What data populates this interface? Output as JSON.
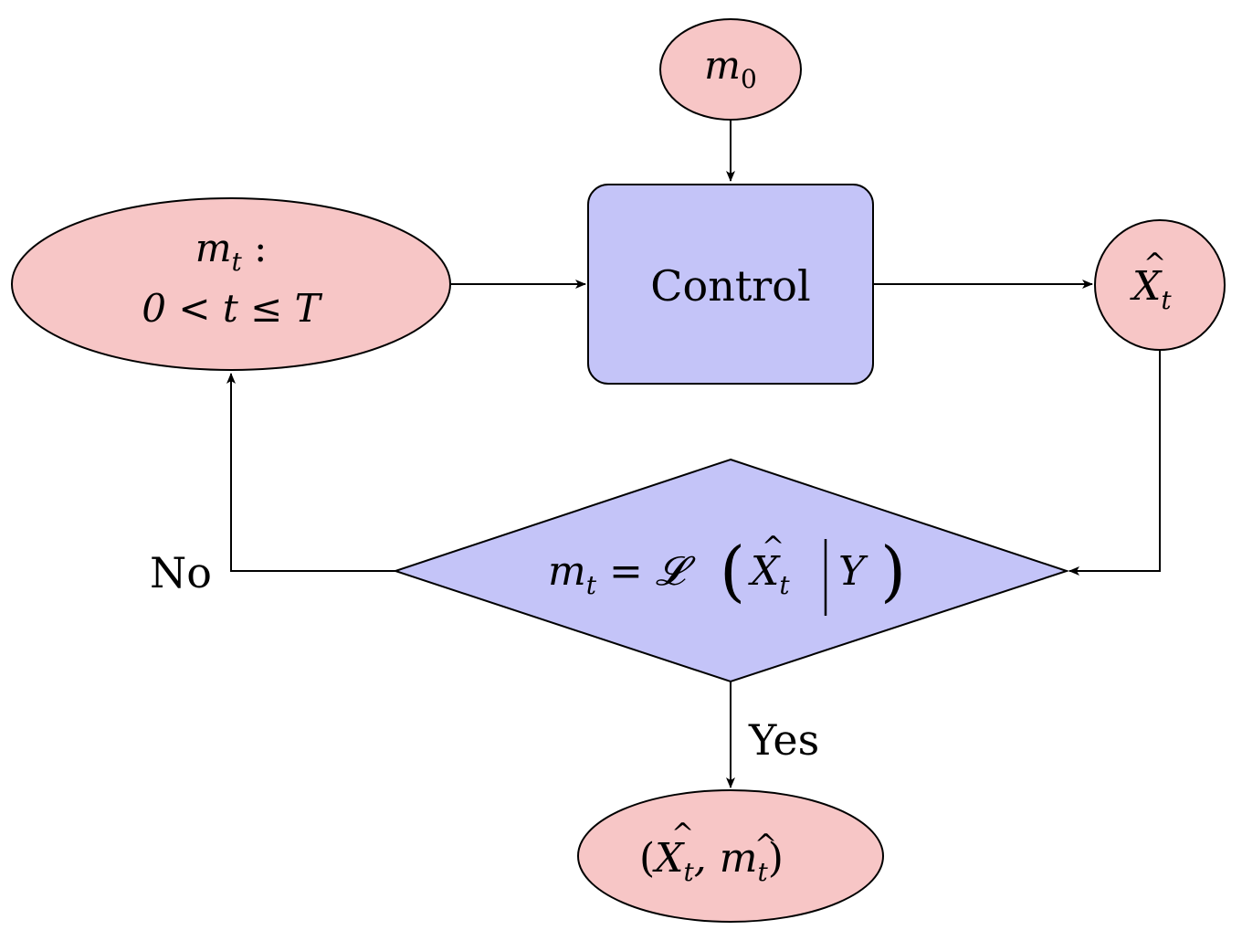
{
  "colors": {
    "node_pink": "#f7c6c6",
    "node_blue": "#c4c4f8",
    "stroke": "#000000"
  },
  "nodes": {
    "m0": {
      "var": "m",
      "sub": "0"
    },
    "mt_range": {
      "line1_var": "m",
      "line1_sub": "t",
      "line1_suffix": " :",
      "line2": "0 < t ≤ T"
    },
    "control": {
      "label": "Control"
    },
    "xhat": {
      "var": "X",
      "hat": "^",
      "sub": "t"
    },
    "decision": {
      "lhs_var": "m",
      "lhs_sub": "t",
      "eq": " = ",
      "script_L": "𝓛",
      "open": "(",
      "x": "X",
      "hat": "^",
      "sub": "t",
      "given": "Y",
      "close": ")"
    },
    "result": {
      "text_open": "(",
      "x": "X",
      "sub1": "t",
      "comma": ", ",
      "m": "m",
      "sub2": "t",
      "text_close": ")",
      "hat": "^"
    }
  },
  "edges": {
    "no_label": "No",
    "yes_label": "Yes"
  }
}
